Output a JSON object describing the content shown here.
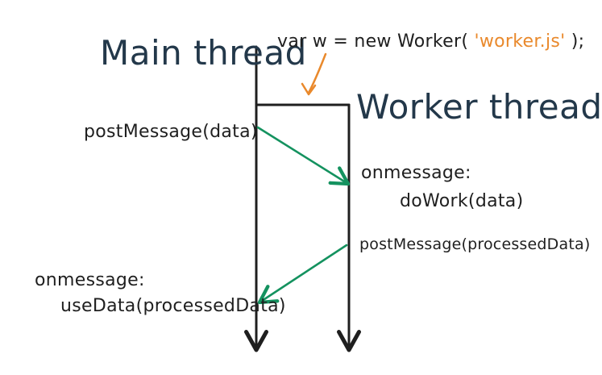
{
  "colors": {
    "ink": "#1f1f1f",
    "title_ink": "#23384a",
    "arrow_green": "#14925f",
    "accent_orange": "#e9892c"
  },
  "labels": {
    "main_thread": "Main thread",
    "worker_thread": "Worker thread",
    "constructor_prefix": "var w = new Worker(",
    "constructor_file": "'worker.js'",
    "constructor_suffix": ");",
    "main_post": "postMessage(data)",
    "worker_onmessage": "onmessage:",
    "worker_dowork": "doWork(data)",
    "worker_post": "postMessage(processedData)",
    "main_onmessage": "onmessage:",
    "main_usedata": "useData(processedData)"
  }
}
